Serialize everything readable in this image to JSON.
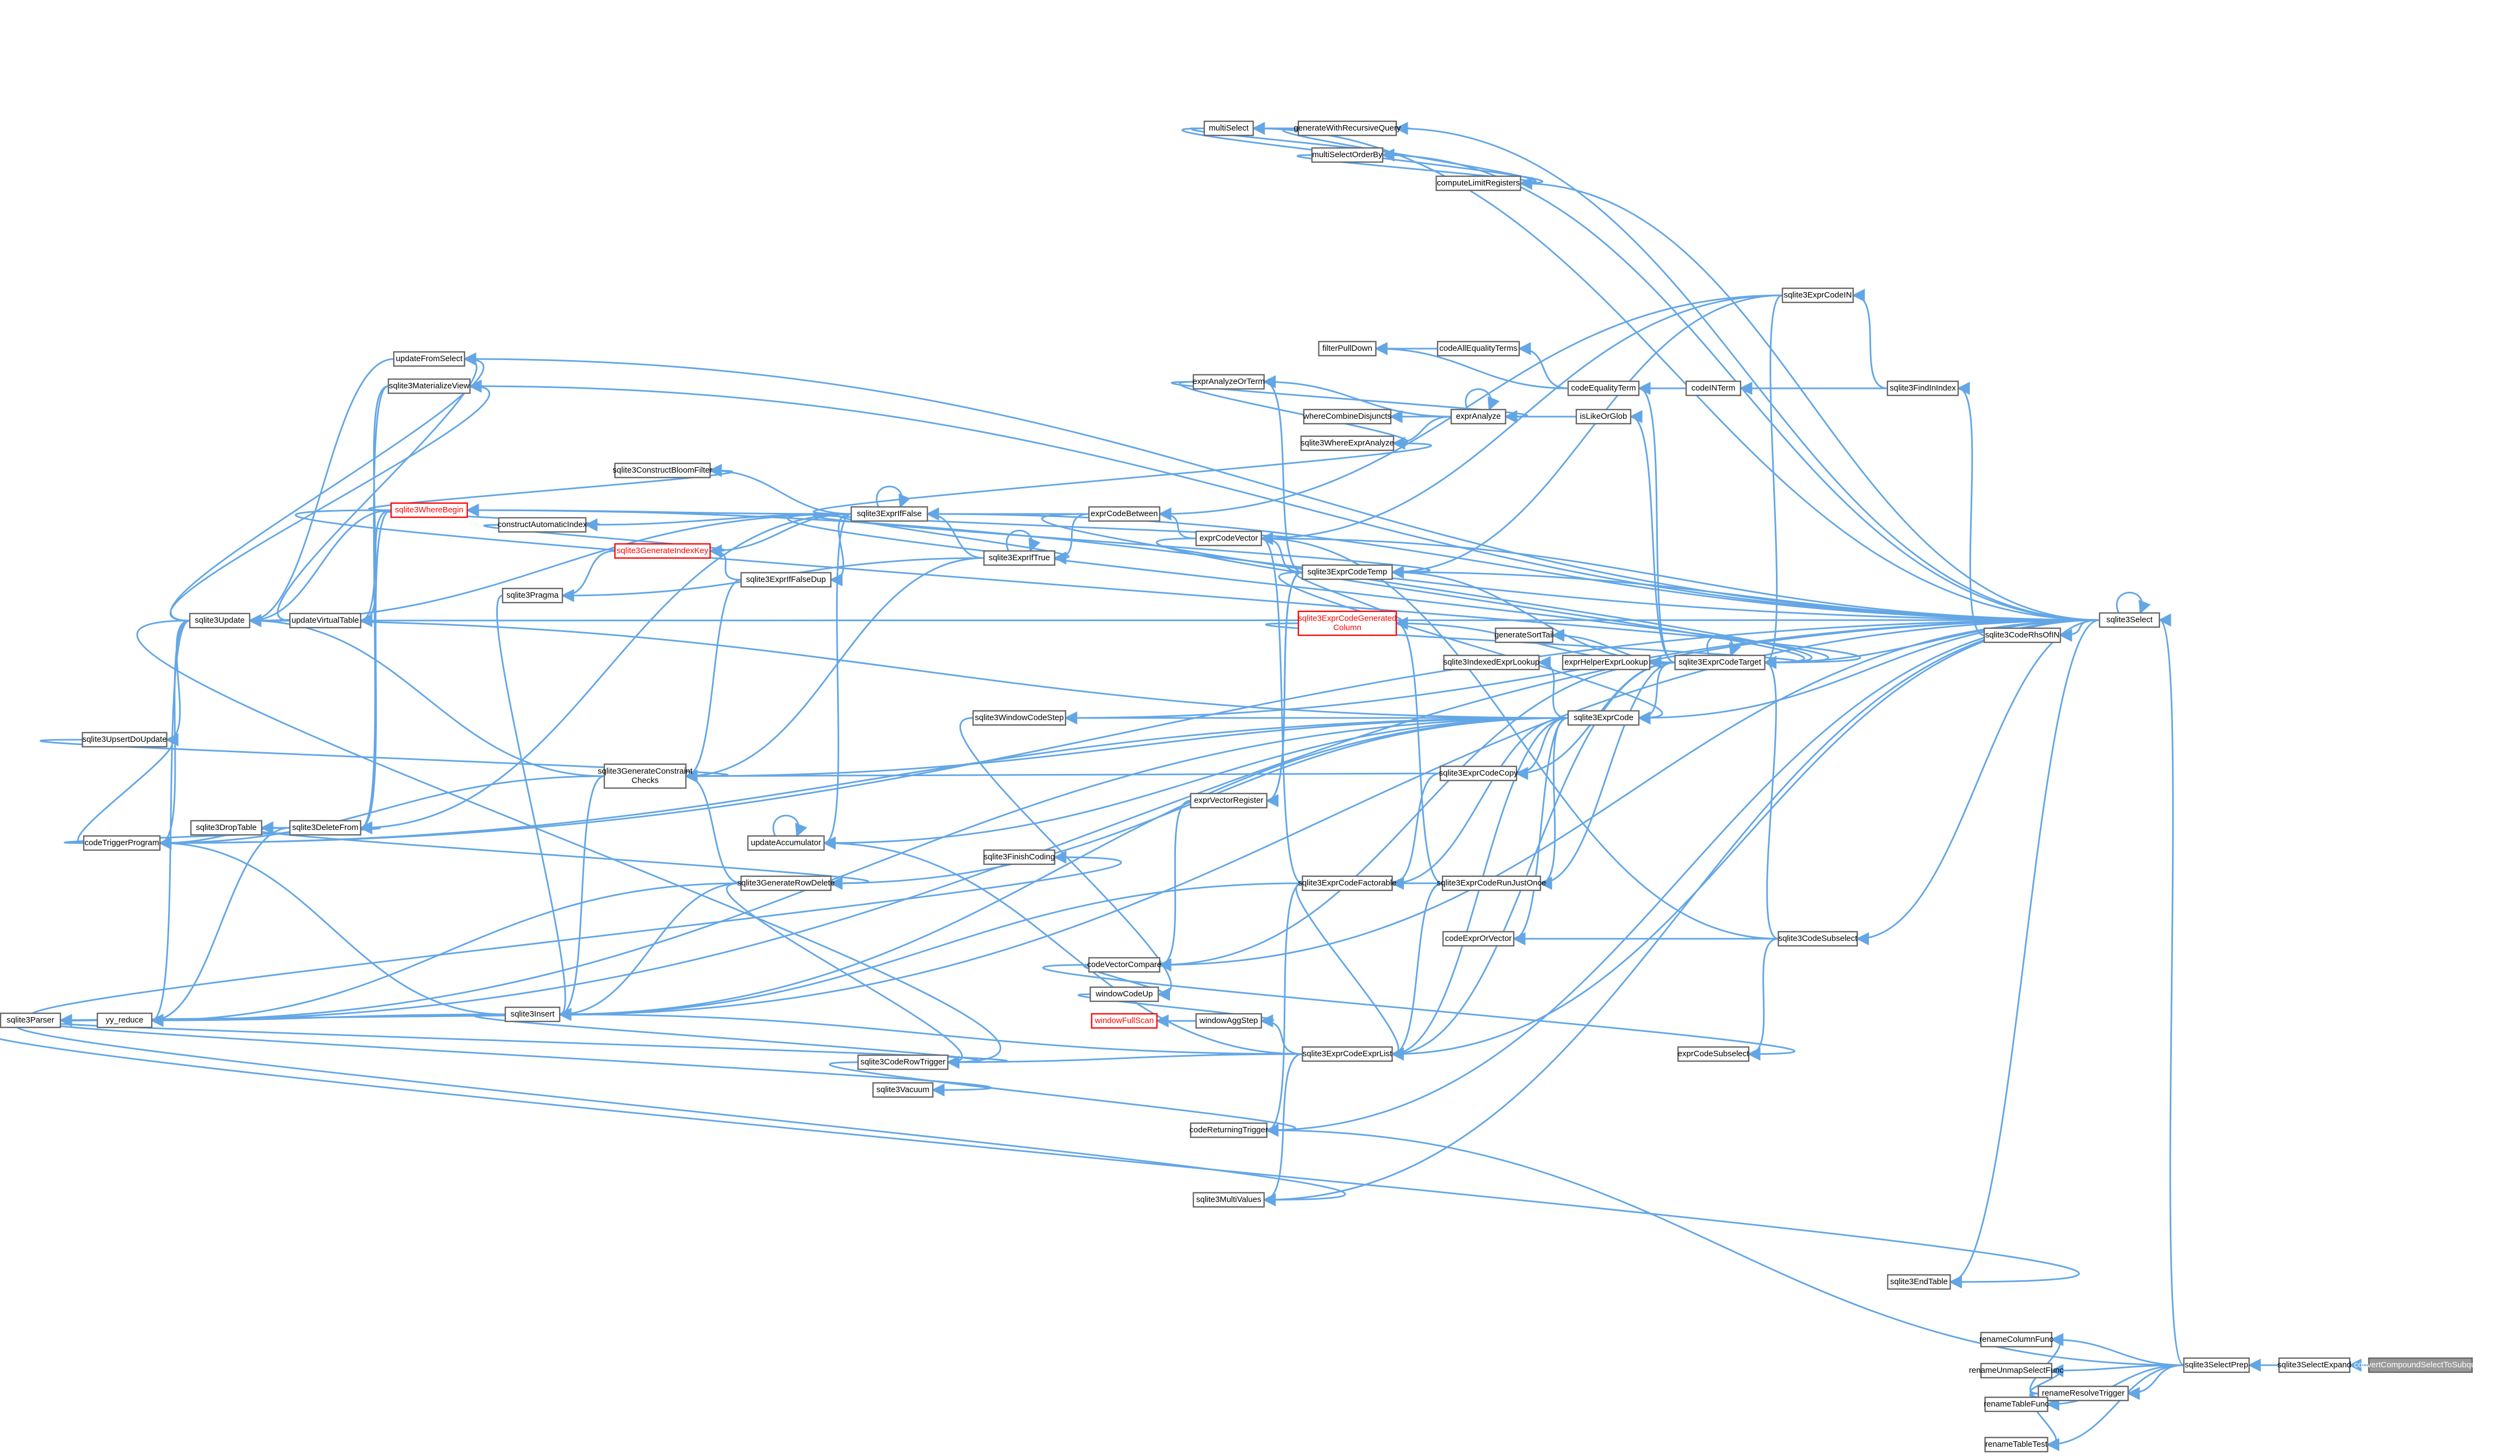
{
  "colors": {
    "edge": "#63a6e6",
    "node_border": "#666666",
    "node_border_highlight": "#ff0000",
    "node_fill": "#ffffff",
    "root_fill": "#999999",
    "root_text": "#ffffff",
    "text": "#000000",
    "highlight_text": "#ff0000"
  },
  "nodes": [
    {
      "id": "convert",
      "label": "convertCompoundSelectToSubquery",
      "style": "root"
    },
    {
      "id": "selexp",
      "label": "sqlite3SelectExpand"
    },
    {
      "id": "selprep",
      "label": "sqlite3SelectPrep"
    },
    {
      "id": "select",
      "label": "sqlite3Select"
    },
    {
      "id": "renresolve",
      "label": "renameResolveTrigger"
    },
    {
      "id": "rencol",
      "label": "renameColumnFunc"
    },
    {
      "id": "renundo",
      "label": "renameUnmapSelectFunc"
    },
    {
      "id": "rentabfn",
      "label": "renameTableFunc"
    },
    {
      "id": "rentabtest",
      "label": "renameTableTest"
    },
    {
      "id": "endtable",
      "label": "sqlite3EndTable"
    },
    {
      "id": "codermvorin",
      "label": "sqlite3CodeRhsOfIN"
    },
    {
      "id": "findinidx",
      "label": "sqlite3FindInIndex"
    },
    {
      "id": "exprcodein",
      "label": "sqlite3ExprCodeIN"
    },
    {
      "id": "codeselect",
      "label": "sqlite3CodeSubselect"
    },
    {
      "id": "exprcodetarget",
      "label": "sqlite3ExprCodeTarget"
    },
    {
      "id": "exprcode",
      "label": "sqlite3ExprCode"
    },
    {
      "id": "exprcodetemp",
      "label": "sqlite3ExprCodeTemp"
    },
    {
      "id": "exprcodegencol",
      "label": "sqlite3ExprCodeGenerated\nColumn",
      "style": "highlight"
    },
    {
      "id": "gensorttail",
      "label": "generateSortTail"
    },
    {
      "id": "exprhaslookup",
      "label": "exprHelperExprLookup"
    },
    {
      "id": "idxexprlookup",
      "label": "sqlite3IndexedExprLookup"
    },
    {
      "id": "codeexprorv",
      "label": "codeExprOrVector"
    },
    {
      "id": "exprcodesubsel",
      "label": "exprCodeSubselect"
    },
    {
      "id": "exprcodecopy",
      "label": "sqlite3ExprCodeCopy"
    },
    {
      "id": "exprcoderunonce",
      "label": "sqlite3ExprCodeRunJustOnce"
    },
    {
      "id": "exprcodefactor",
      "label": "sqlite3ExprCodeFactorable"
    },
    {
      "id": "exprcodelist",
      "label": "sqlite3ExprCodeExprList"
    },
    {
      "id": "codeveccmp",
      "label": "codeVectorCompare"
    },
    {
      "id": "exprvecreg",
      "label": "exprVectorRegister"
    },
    {
      "id": "exprcodevector",
      "label": "exprCodeVector"
    },
    {
      "id": "exprcodebetween",
      "label": "exprCodeBetween"
    },
    {
      "id": "exprifalse",
      "label": "sqlite3ExprIfFalse"
    },
    {
      "id": "exprifture",
      "label": "sqlite3ExprIfTrue"
    },
    {
      "id": "exprifalsedup",
      "label": "sqlite3ExprIfFalseDup"
    },
    {
      "id": "exprisLike",
      "label": "isLikeOrGlob"
    },
    {
      "id": "exprAnalyze",
      "label": "exprAnalyze"
    },
    {
      "id": "exprAnalyzeOr",
      "label": "exprAnalyzeOrTerm"
    },
    {
      "id": "whereCombine",
      "label": "whereCombineDisjuncts"
    },
    {
      "id": "whereExprAnalyze",
      "label": "sqlite3WhereExprAnalyze"
    },
    {
      "id": "codeEquality",
      "label": "codeEqualityTerm"
    },
    {
      "id": "codeINTerm",
      "label": "codeINTerm"
    },
    {
      "id": "codeAllEq",
      "label": "codeAllEqualityTerms"
    },
    {
      "id": "filterPull",
      "label": "filterPullDown"
    },
    {
      "id": "multiselect",
      "label": "multiSelect"
    },
    {
      "id": "multiselectorder",
      "label": "multiSelectOrderBy"
    },
    {
      "id": "genwithrec",
      "label": "generateWithRecursiveQuery"
    },
    {
      "id": "computelimit",
      "label": "computeLimitRegisters"
    },
    {
      "id": "wherebegin",
      "label": "sqlite3WhereBegin",
      "style": "highlight"
    },
    {
      "id": "constructbloom",
      "label": "sqlite3ConstructBloomFilter"
    },
    {
      "id": "constructauto",
      "label": "constructAutomaticIndex"
    },
    {
      "id": "genidxkey",
      "label": "sqlite3GenerateIndexKey",
      "style": "highlight"
    },
    {
      "id": "pragma",
      "label": "sqlite3Pragma"
    },
    {
      "id": "updatevirtual",
      "label": "updateVirtualTable"
    },
    {
      "id": "update",
      "label": "sqlite3Update"
    },
    {
      "id": "materialize",
      "label": "sqlite3MaterializeView"
    },
    {
      "id": "updatefromsel",
      "label": "updateFromSelect"
    },
    {
      "id": "upsertdo",
      "label": "sqlite3UpsertDoUpdate"
    },
    {
      "id": "codetrigger",
      "label": "codeTriggerProgram"
    },
    {
      "id": "deletefrom",
      "label": "sqlite3DeleteFrom"
    },
    {
      "id": "dropTable",
      "label": "sqlite3DropTable"
    },
    {
      "id": "genconstr",
      "label": "sqlite3GenerateConstraint\nChecks"
    },
    {
      "id": "genrowdel",
      "label": "sqlite3GenerateRowDelete"
    },
    {
      "id": "updateAccum",
      "label": "updateAccumulator"
    },
    {
      "id": "finishcoding",
      "label": "sqlite3FinishCoding"
    },
    {
      "id": "insert",
      "label": "sqlite3Insert"
    },
    {
      "id": "yyreduce",
      "label": "yy_reduce"
    },
    {
      "id": "parser",
      "label": "sqlite3Parser"
    },
    {
      "id": "codeRowTrigger",
      "label": "sqlite3CodeRowTrigger"
    },
    {
      "id": "vacuum",
      "label": "sqlite3Vacuum"
    },
    {
      "id": "codeRetTrigger",
      "label": "codeReturningTrigger"
    },
    {
      "id": "multivalues",
      "label": "sqlite3MultiValues"
    },
    {
      "id": "windowcodestep",
      "label": "sqlite3WindowCodeStep"
    },
    {
      "id": "windowcodeup",
      "label": "windowCodeUp"
    },
    {
      "id": "windowfullscan",
      "label": "windowFullScan",
      "style": "highlight"
    },
    {
      "id": "windowaggstep",
      "label": "windowAggStep"
    }
  ],
  "edges": [
    [
      "selexp",
      "convert"
    ],
    [
      "selprep",
      "selexp"
    ],
    [
      "select",
      "selprep"
    ],
    [
      "renresolve",
      "selprep"
    ],
    [
      "rencol",
      "selprep"
    ],
    [
      "renundo",
      "selprep"
    ],
    [
      "rentabfn",
      "selprep"
    ],
    [
      "rentabtest",
      "selprep"
    ],
    [
      "codeRetTrigger",
      "selprep"
    ],
    [
      "rencol",
      "renresolve"
    ],
    [
      "renundo",
      "renresolve"
    ],
    [
      "rentabfn",
      "renresolve"
    ],
    [
      "rentabtest",
      "renresolve"
    ],
    [
      "select",
      "select"
    ],
    [
      "endtable",
      "select"
    ],
    [
      "codermvorin",
      "select"
    ],
    [
      "codeselect",
      "select"
    ],
    [
      "exprcodetarget",
      "select"
    ],
    [
      "exprcode",
      "select"
    ],
    [
      "multiselect",
      "select"
    ],
    [
      "multiselectorder",
      "select"
    ],
    [
      "genwithrec",
      "select"
    ],
    [
      "computelimit",
      "select"
    ],
    [
      "wherebegin",
      "select"
    ],
    [
      "update",
      "select"
    ],
    [
      "materialize",
      "select"
    ],
    [
      "updatefromsel",
      "select"
    ],
    [
      "exprifalse",
      "select"
    ],
    [
      "windowcodestep",
      "select"
    ],
    [
      "insert",
      "select"
    ],
    [
      "codetrigger",
      "select"
    ],
    [
      "yyreduce",
      "select"
    ],
    [
      "codeRetTrigger",
      "select"
    ],
    [
      "multivalues",
      "select"
    ],
    [
      "exprcodelist",
      "select"
    ],
    [
      "codeveccmp",
      "select"
    ],
    [
      "exprcodetemp",
      "select"
    ],
    [
      "exprcodevector",
      "select"
    ],
    [
      "findinidx",
      "codermvorin"
    ],
    [
      "exprcodein",
      "findinidx"
    ],
    [
      "codeINTerm",
      "findinidx"
    ],
    [
      "exprcodetarget",
      "exprcodein"
    ],
    [
      "exprcodetemp",
      "exprcodein"
    ],
    [
      "exprcodebetween",
      "exprcodein"
    ],
    [
      "exprcodevector",
      "exprcodein"
    ],
    [
      "exprcodetarget",
      "codeselect"
    ],
    [
      "exprcodesubsel",
      "codeselect"
    ],
    [
      "codeexprorv",
      "codeselect"
    ],
    [
      "exprcodevector",
      "codeselect"
    ],
    [
      "exprcodetarget",
      "exprcodetarget"
    ],
    [
      "exprcode",
      "exprcodetarget"
    ],
    [
      "exprcodetemp",
      "exprcodetarget"
    ],
    [
      "exprhaslookup",
      "exprcodetarget"
    ],
    [
      "exprcodecopy",
      "exprcodetarget"
    ],
    [
      "exprcoderunonce",
      "exprcodetarget"
    ],
    [
      "exprcodelist",
      "exprcodetarget"
    ],
    [
      "codeEquality",
      "exprcodetarget"
    ],
    [
      "exprisLike",
      "exprcodetarget"
    ],
    [
      "gensorttail",
      "exprcodetarget"
    ],
    [
      "exprcodegencol",
      "exprcodetarget"
    ],
    [
      "codeveccmp",
      "exprcodetarget"
    ],
    [
      "exprcode",
      "exprcodetemp"
    ],
    [
      "exprcodevector",
      "exprcodetemp"
    ],
    [
      "exprvecreg",
      "exprcodetemp"
    ],
    [
      "exprAnalyzeOr",
      "exprcodetemp"
    ],
    [
      "idxexprlookup",
      "exprcode"
    ],
    [
      "codeexprorv",
      "exprcode"
    ],
    [
      "exprcodecopy",
      "exprcode"
    ],
    [
      "exprcoderunonce",
      "exprcode"
    ],
    [
      "exprcodefactor",
      "exprcode"
    ],
    [
      "exprcodelist",
      "exprcode"
    ],
    [
      "genconstr",
      "exprcode"
    ],
    [
      "update",
      "exprcode"
    ],
    [
      "windowcodestep",
      "exprcode"
    ],
    [
      "updateAccum",
      "exprcode"
    ],
    [
      "insert",
      "exprcode"
    ],
    [
      "genrowdel",
      "exprcode"
    ],
    [
      "yyreduce",
      "exprcode"
    ],
    [
      "codetrigger",
      "exprcode"
    ],
    [
      "exprcodefactor",
      "exprcodecopy"
    ],
    [
      "genconstr",
      "exprcodecopy"
    ],
    [
      "exprcodefactor",
      "exprcoderunonce"
    ],
    [
      "exprcodelist",
      "exprcoderunonce"
    ],
    [
      "exprcodegencol",
      "exprcoderunonce"
    ],
    [
      "exprcodelist",
      "exprcodefactor"
    ],
    [
      "insert",
      "exprcodefactor"
    ],
    [
      "exprcodevector",
      "exprcodefactor"
    ],
    [
      "multivalues",
      "exprcodelist"
    ],
    [
      "codeRetTrigger",
      "exprcodefactor"
    ],
    [
      "windowaggstep",
      "exprcodelist"
    ],
    [
      "insert",
      "exprcodelist"
    ],
    [
      "updateAccum",
      "exprcodelist"
    ],
    [
      "codeRowTrigger",
      "exprcodelist"
    ],
    [
      "codeveccmp",
      "exprvecreg"
    ],
    [
      "exprvecreg",
      "exprcodetemp"
    ],
    [
      "windowcodeup",
      "codeveccmp"
    ],
    [
      "exprcodesubsel",
      "codeveccmp"
    ],
    [
      "exprcodebetween",
      "exprcodevector"
    ],
    [
      "exprifalse",
      "exprcodebetween"
    ],
    [
      "exprifture",
      "exprcodebetween"
    ],
    [
      "exprifalse",
      "exprifture"
    ],
    [
      "exprifture",
      "exprifalse"
    ],
    [
      "exprifture",
      "exprifture"
    ],
    [
      "exprifalse",
      "exprifalse"
    ],
    [
      "exprifalsedup",
      "exprifalse"
    ],
    [
      "wherebegin",
      "exprifalse"
    ],
    [
      "update",
      "exprifalse"
    ],
    [
      "genconstr",
      "exprifture"
    ],
    [
      "pragma",
      "exprifture"
    ],
    [
      "constructbloom",
      "exprifalse"
    ],
    [
      "constructauto",
      "exprifalse"
    ],
    [
      "whereExprAnalyze",
      "exprifalse"
    ],
    [
      "updateAccum",
      "exprifalse"
    ],
    [
      "genidxkey",
      "exprifalse"
    ],
    [
      "deletefrom",
      "exprifalse"
    ],
    [
      "exprAnalyze",
      "exprisLike"
    ],
    [
      "exprAnalyzeOr",
      "exprAnalyze"
    ],
    [
      "whereCombine",
      "exprAnalyze"
    ],
    [
      "whereExprAnalyze",
      "exprAnalyze"
    ],
    [
      "exprAnalyze",
      "exprAnalyze"
    ],
    [
      "exprAnalyze",
      "exprAnalyzeOr"
    ],
    [
      "whereExprAnalyze",
      "exprAnalyzeOr"
    ],
    [
      "codeINTerm",
      "codeEquality"
    ],
    [
      "codeAllEq",
      "codeEquality"
    ],
    [
      "filterPull",
      "codeAllEq"
    ],
    [
      "filterPull",
      "codeEquality"
    ],
    [
      "genwithrec",
      "multiselect"
    ],
    [
      "multiselectorder",
      "multiselect"
    ],
    [
      "computelimit",
      "multiselect"
    ],
    [
      "computelimit",
      "multiselectorder"
    ],
    [
      "computelimit",
      "genwithrec"
    ],
    [
      "constructbloom",
      "wherebegin"
    ],
    [
      "constructauto",
      "wherebegin"
    ],
    [
      "update",
      "wherebegin"
    ],
    [
      "updatevirtual",
      "wherebegin"
    ],
    [
      "deletefrom",
      "wherebegin"
    ],
    [
      "genidxkey",
      "constructauto"
    ],
    [
      "pragma",
      "genidxkey"
    ],
    [
      "genconstr",
      "exprifalsedup"
    ],
    [
      "genidxkey",
      "exprifalsedup"
    ],
    [
      "update",
      "updatevirtual"
    ],
    [
      "materialize",
      "update"
    ],
    [
      "updatefromsel",
      "update"
    ],
    [
      "upsertdo",
      "update"
    ],
    [
      "codetrigger",
      "update"
    ],
    [
      "yyreduce",
      "update"
    ],
    [
      "deletefrom",
      "materialize"
    ],
    [
      "updatevirtual",
      "materialize"
    ],
    [
      "updatefromsel",
      "updatevirtual"
    ],
    [
      "update",
      "updatefromsel"
    ],
    [
      "upsertdo",
      "codetrigger"
    ],
    [
      "deletefrom",
      "codetrigger"
    ],
    [
      "dropTable",
      "deletefrom"
    ],
    [
      "yyreduce",
      "deletefrom"
    ],
    [
      "codetrigger",
      "deletefrom"
    ],
    [
      "genrowdel",
      "deletefrom"
    ],
    [
      "genconstr",
      "upsertdo"
    ],
    [
      "codetrigger",
      "genconstr"
    ],
    [
      "insert",
      "genconstr"
    ],
    [
      "update",
      "genconstr"
    ],
    [
      "insert",
      "genrowdel"
    ],
    [
      "yyreduce",
      "genrowdel"
    ],
    [
      "genconstr",
      "genrowdel"
    ],
    [
      "codeRowTrigger",
      "genrowdel"
    ],
    [
      "finishcoding",
      "yyreduce"
    ],
    [
      "insert",
      "yyreduce"
    ],
    [
      "codetrigger",
      "insert"
    ],
    [
      "yyreduce",
      "insert"
    ],
    [
      "insert",
      "pragma"
    ],
    [
      "parser",
      "yyreduce"
    ],
    [
      "codeRowTrigger",
      "insert"
    ],
    [
      "codeRowTrigger",
      "update"
    ],
    [
      "codeRowTrigger",
      "yyreduce"
    ],
    [
      "codeRetTrigger",
      "codeRowTrigger"
    ],
    [
      "vacuum",
      "yyreduce"
    ],
    [
      "multivalues",
      "yyreduce"
    ],
    [
      "endtable",
      "yyreduce"
    ],
    [
      "windowcodeup",
      "windowcodestep"
    ],
    [
      "windowaggstep",
      "windowcodeup"
    ],
    [
      "windowfullscan",
      "windowaggstep"
    ],
    [
      "updateAccum",
      "updateAccum"
    ],
    [
      "exprcodegencol",
      "exprcodetemp"
    ],
    [
      "exprcodevector",
      "exprifalse"
    ],
    [
      "exprcodetemp",
      "exprifalse"
    ],
    [
      "exprcodetarget",
      "exprifalse"
    ],
    [
      "exprcodetarget",
      "wherebegin"
    ],
    [
      "exprcodetarget",
      "exprcodegencol"
    ],
    [
      "exprcodetarget",
      "exprcodebetween"
    ],
    [
      "exprcodetarget",
      "exprcodevector"
    ]
  ]
}
